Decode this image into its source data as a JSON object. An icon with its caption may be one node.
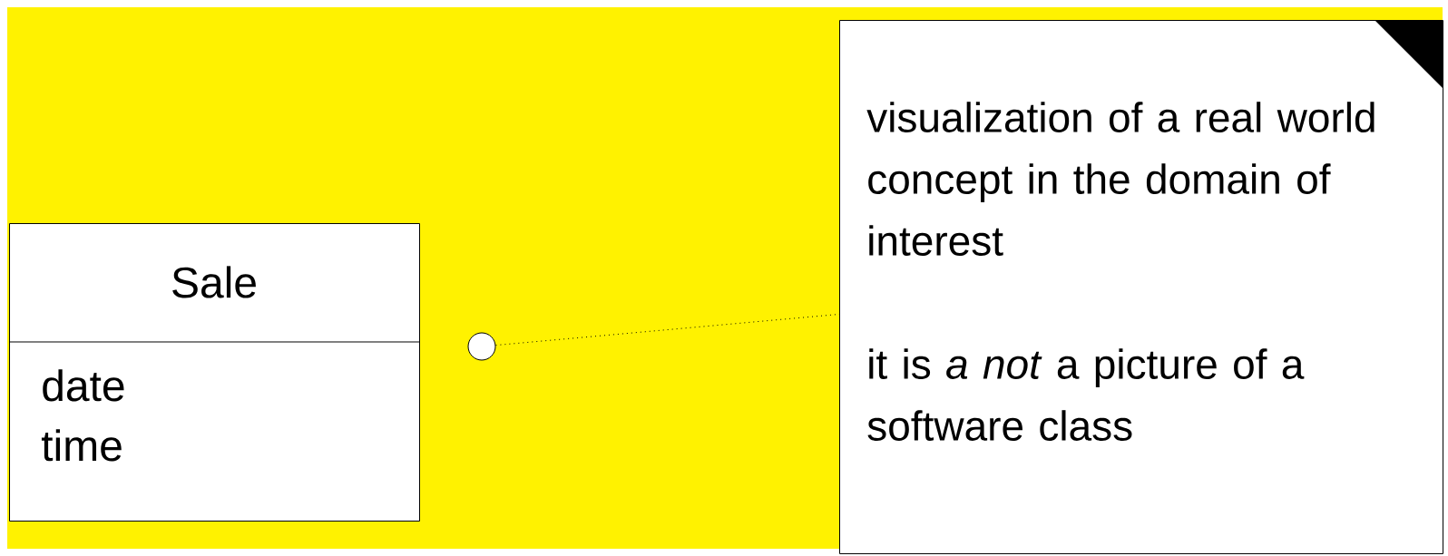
{
  "diagram": {
    "nodes": [
      {
        "text": [
          "Sale",
          "date time"
        ]
      },
      {
        "text": [],
        "shape": "circle"
      },
      {
        "text": [
          "visualization of a real world concept in the domain of interest",
          "it is *a not* a picture of a software class"
        ]
      }
    ],
    "edges": [
      {
        "from": 1,
        "to": 2,
        "arrow": "none",
        "style": "dashed"
      }
    ]
  }
}
